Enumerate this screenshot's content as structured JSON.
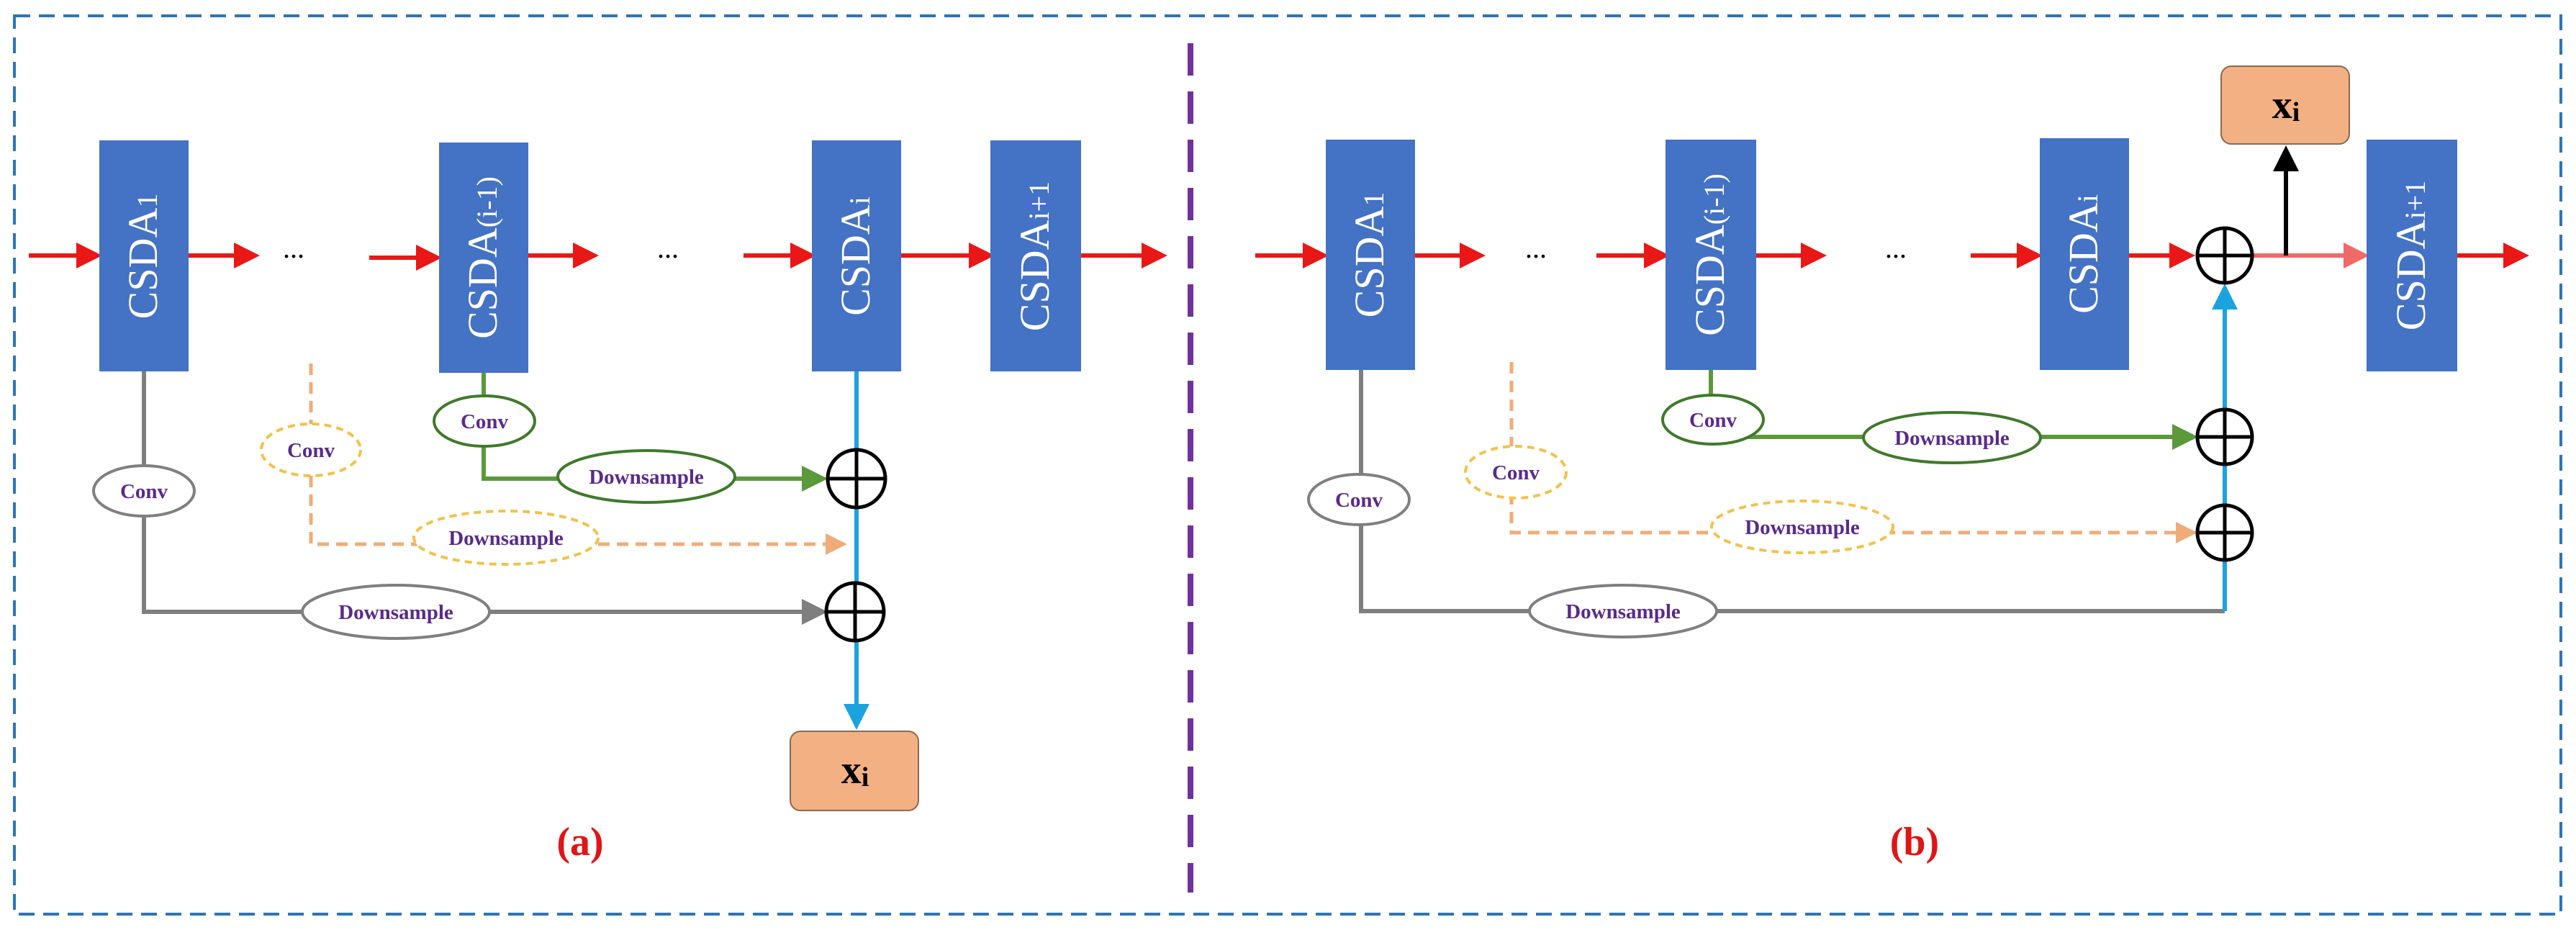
{
  "colors": {
    "block": "#4472c4",
    "red_arrow": "#ea1717",
    "gray": "#7f7f7f",
    "green": "#5a9a3a",
    "green_border": "#3f7a2a",
    "orange_dashed": "#f0ac78",
    "yellow_dashed": "#f2c24a",
    "cyan": "#1aa3e0",
    "output_fill": "#f3b083",
    "divider": "#7030a0",
    "border": "#2e75b6",
    "oval_text": "#5a2a8a",
    "panel_label": "#e01515"
  },
  "ellipsis": "...",
  "labels": {
    "conv": "Conv",
    "downsample": "Downsample"
  },
  "panel_a": {
    "label": "(a)",
    "blocks": [
      {
        "main": "CSDA",
        "sub": "1"
      },
      {
        "main": "CSDA",
        "sub": "(i-1)"
      },
      {
        "main": "CSDA",
        "sub": "i"
      },
      {
        "main": "CSDA",
        "sub": "i+1"
      }
    ],
    "output": {
      "main": "x",
      "sub": "i"
    }
  },
  "panel_b": {
    "label": "(b)",
    "blocks": [
      {
        "main": "CSDA",
        "sub": "1"
      },
      {
        "main": "CSDA",
        "sub": "(i-1)"
      },
      {
        "main": "CSDA",
        "sub": "i"
      },
      {
        "main": "CSDA",
        "sub": "i+1"
      }
    ],
    "output": {
      "main": "x",
      "sub": "i"
    }
  }
}
